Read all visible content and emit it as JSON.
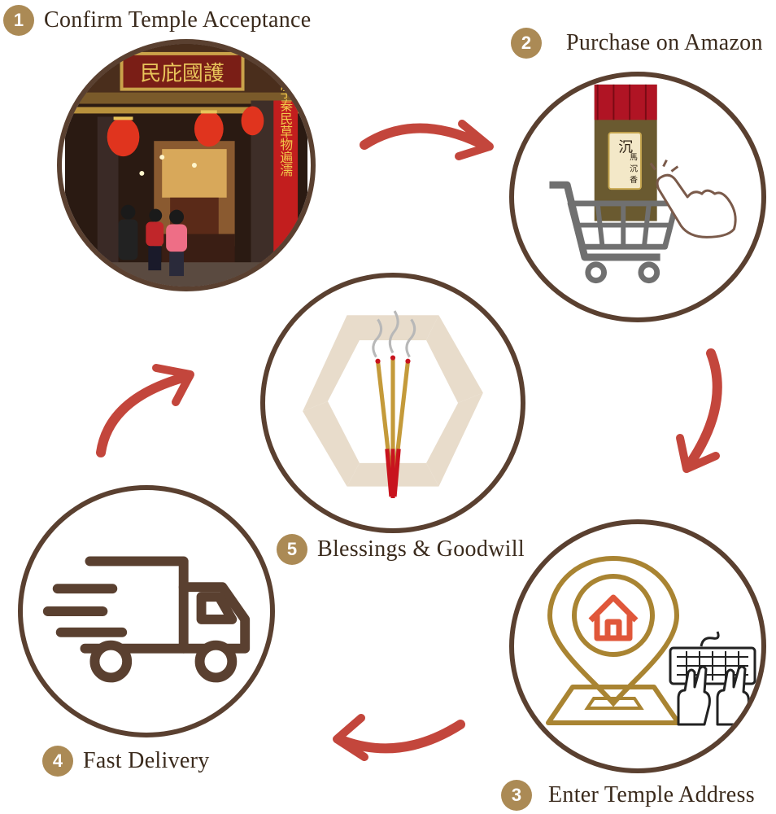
{
  "steps": [
    {
      "number": "1",
      "label": "Confirm Temple Acceptance"
    },
    {
      "number": "2",
      "label": "Purchase on Amazon"
    },
    {
      "number": "3",
      "label": "Enter Temple Address"
    },
    {
      "number": "4",
      "label": "Fast Delivery"
    },
    {
      "number": "5",
      "label": "Blessings & Goodwill"
    }
  ],
  "photo": {
    "signboard": "民庇國護",
    "banner": "正字秦民草物遍濡"
  },
  "incense_box": {
    "title_chars": [
      "沉",
      "馬",
      "沉",
      "香"
    ]
  },
  "colors": {
    "badge": "#ab8a55",
    "ring": "#5a4030",
    "arrow": "#c3463c",
    "text": "#3a2a1c",
    "icon_brown": "#5a4030",
    "pin_gold": "#a98432",
    "house_orange": "#e0573a",
    "hexagon_beige": "#e8dccb"
  }
}
